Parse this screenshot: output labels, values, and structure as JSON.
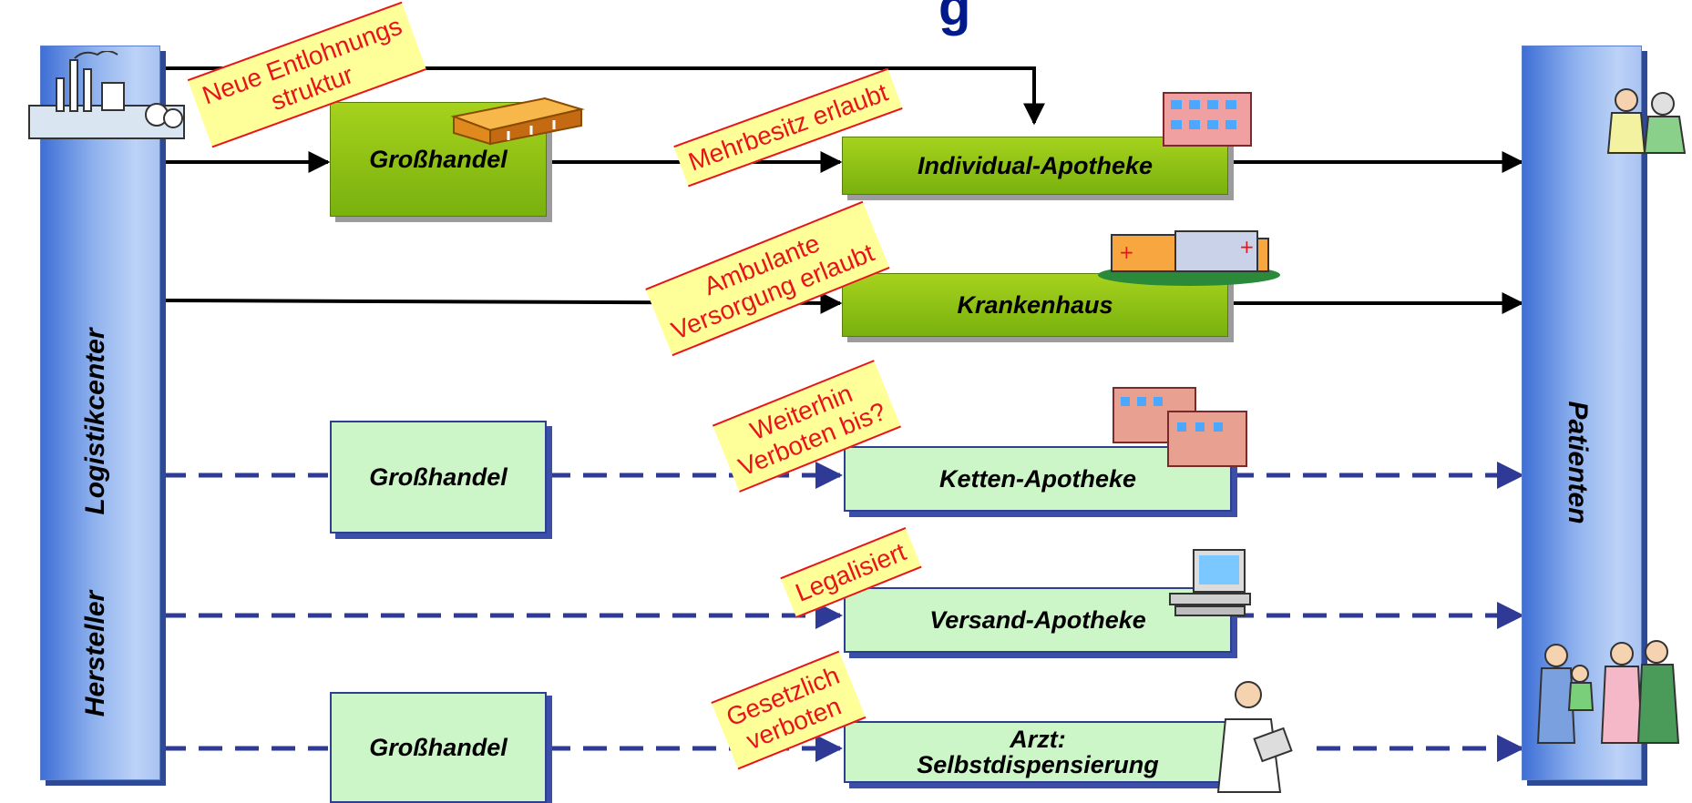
{
  "title_fragment": "g",
  "labels": {
    "left_pillar": [
      "Hersteller",
      "Logistikcenter"
    ],
    "right_pillar": "Patienten"
  },
  "nodes": {
    "grosshandel_1": "Großhandel",
    "individual_apotheke": "Individual-Apotheke",
    "krankenhaus": "Krankenhaus",
    "grosshandel_2": "Großhandel",
    "ketten_apotheke": "Ketten-Apotheke",
    "versand_apotheke": "Versand-Apotheke",
    "grosshandel_3": "Großhandel",
    "arzt_line1": "Arzt:",
    "arzt_line2": "Selbstdispensierung"
  },
  "tags": {
    "entlohnung": [
      "Neue Entlohnungs",
      "struktur"
    ],
    "mehrbesitz": [
      "Mehrbesitz erlaubt"
    ],
    "ambulante": [
      "Ambulante",
      "Versorgung erlaubt"
    ],
    "weiterhin": [
      "Weiterhin",
      "Verboten bis?"
    ],
    "legalisiert": [
      "Legalisiert"
    ],
    "gesetzlich": [
      "Gesetzlich",
      "verboten"
    ]
  },
  "colors": {
    "solid_arrow": "#000000",
    "dashed_arrow": "#2e3a96",
    "tag_text": "#e8141c",
    "tag_fill": "#ffff99",
    "node_green": "#8cc014",
    "node_light": "#ccf5c8",
    "title": "#001a8c"
  },
  "icons": [
    "factory-icon",
    "warehouse-icon",
    "pharmacy-building-icon",
    "hospital-icon",
    "computer-icon",
    "doctor-icon",
    "patients-icon",
    "family-patients-icon"
  ]
}
